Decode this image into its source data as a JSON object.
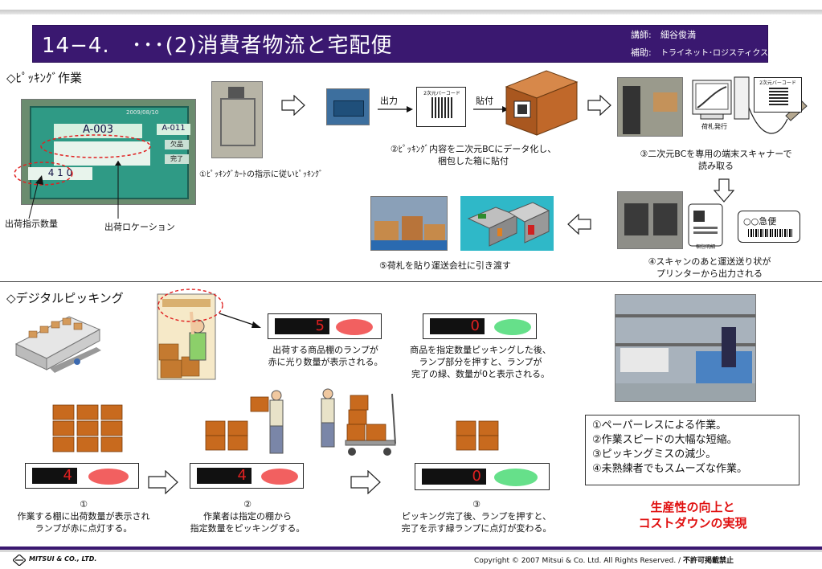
{
  "header": {
    "title": "14−4.　･･･(2)消費者物流と宅配便",
    "lecturer_label": "講師:",
    "lecturer_name": "細谷俊満",
    "assistant_label": "補助:",
    "assistant_name": "トライネット･ロジスティクス"
  },
  "picking": {
    "section_title": "◇ﾋﾟｯｷﾝｸﾞ作業",
    "terminal": {
      "code": "A-003",
      "loc": "A-011",
      "qty": "4 1 0",
      "top_right": "2009/08/10",
      "btn1": "欠品",
      "btn2": "完了"
    },
    "label_qty": "出荷指示数量",
    "label_location": "出荷ロケーション",
    "step1": "①ﾋﾟｯｷﾝｸﾞｶｰﾄの指示に従いﾋﾟｯｷﾝｸﾞ",
    "output_label": "出力",
    "attach_label": "貼付",
    "barcode_title": "2次元バーコード",
    "step2_line1": "②ﾋﾟｯｷﾝｸﾞ内容を二次元BCにデータ化し、",
    "step2_line2": "梱包した箱に貼付",
    "label_issue": "荷札発行",
    "step3_line1": "③二次元BCを専用の端末スキャナーで",
    "step3_line2": "読み取る",
    "step4_line1": "④スキャンのあと運送送り状が",
    "step4_line2": "プリンターから出力される",
    "slip_title": "○○急便",
    "slip_sub": "梱包明細",
    "step5": "⑤荷札を貼り運送会社に引き渡す"
  },
  "digital": {
    "section_title": "◇デジタルピッキング",
    "lamp_top1": "5",
    "lamp_top2": "0",
    "desc_a_line1": "出荷する商品棚のランプが",
    "desc_a_line2": "赤に光り数量が表示される。",
    "desc_b_line1": "商品を指定数量ピッキングした後、",
    "desc_b_line2": "ランプ部分を押すと、ランプが",
    "desc_b_line3": "完了の緑、数量が0と表示される。",
    "lamp1": "4",
    "lamp2": "4",
    "lamp3": "0",
    "s1_num": "①",
    "s1_line1": "作業する棚に出荷数量が表示され",
    "s1_line2": "ランプが赤に点灯する。",
    "s2_num": "②",
    "s2_line1": "作業者は指定の棚から",
    "s2_line2": "指定数量をピッキングする。",
    "s3_num": "③",
    "s3_line1": "ピッキング完了後、ランプを押すと、",
    "s3_line2": "完了を示す緑ランプに点灯が変わる。",
    "benefits": [
      "①ペーパーレスによる作業。",
      "②作業スピードの大幅な短縮。",
      "③ピッキングミスの減少。",
      "④未熟練者でもスムーズな作業。"
    ],
    "result_line1": "生産性の向上と",
    "result_line2": "コストダウンの実現"
  },
  "footer": {
    "logo": "MITSUI & CO., LTD.",
    "copyright": "Copyright © 2007 Mitsui & Co. Ltd. All Rights Reserved. / ",
    "notice": "不許可掲載禁止"
  }
}
